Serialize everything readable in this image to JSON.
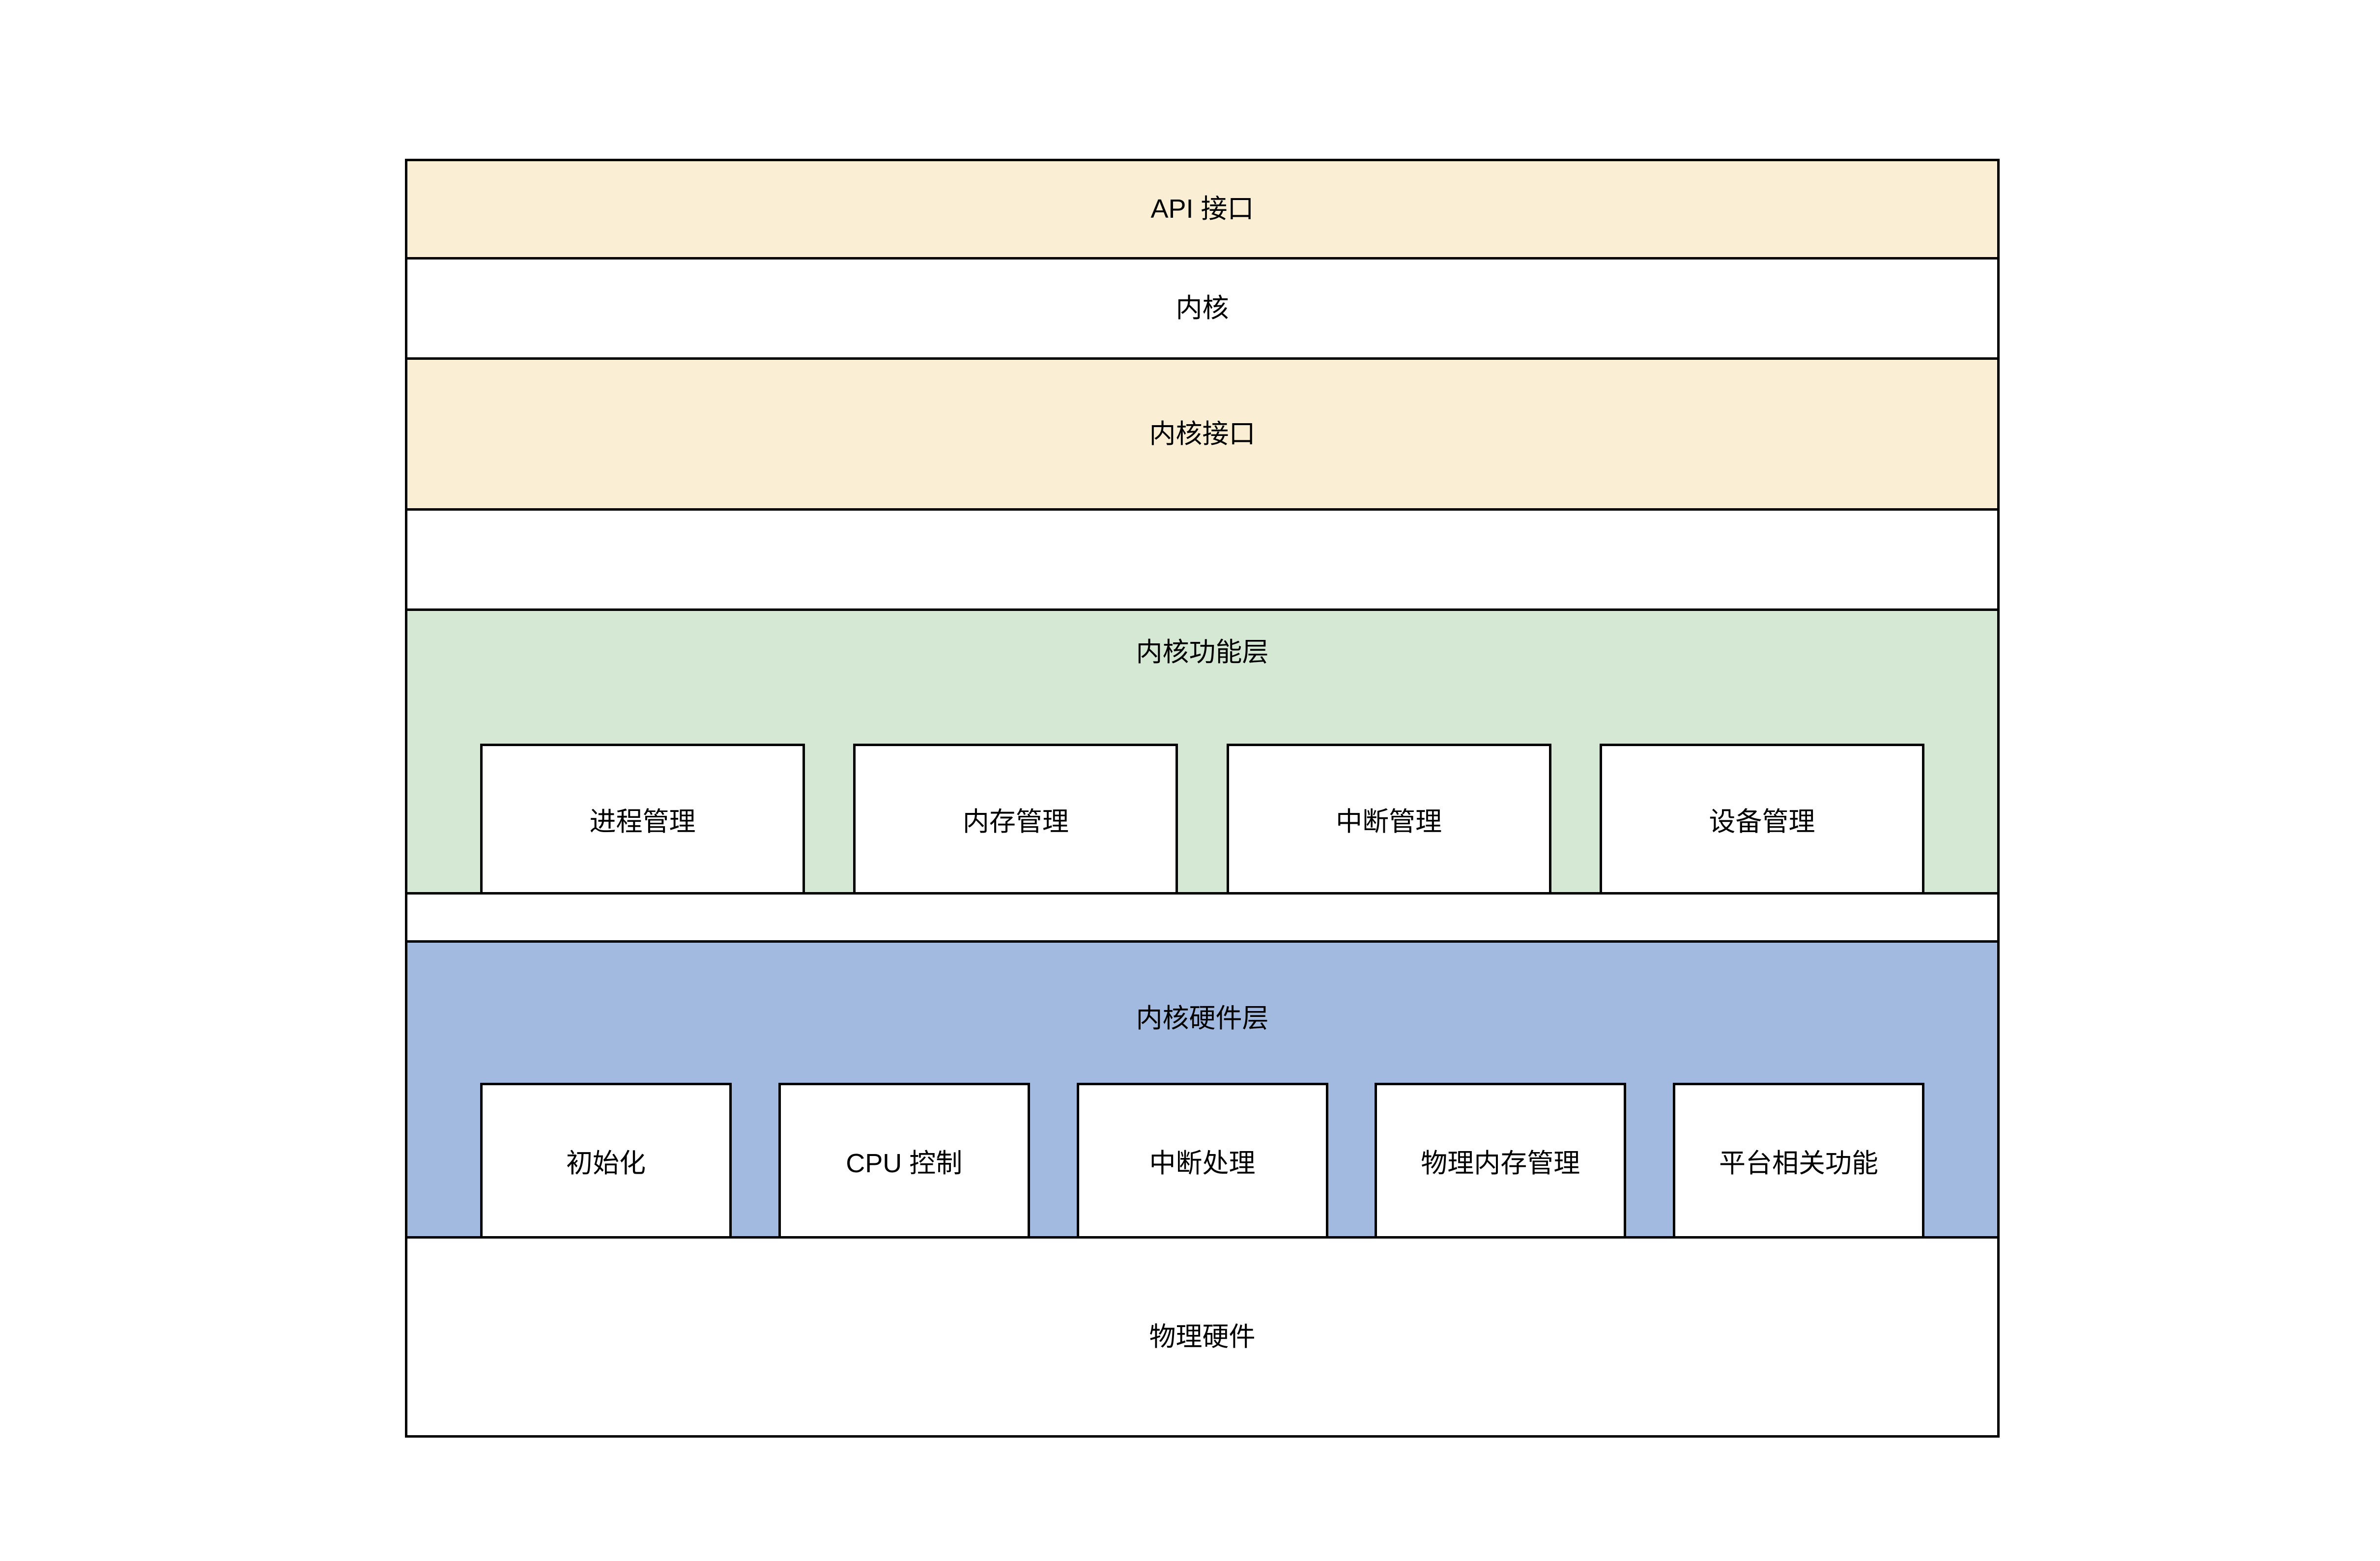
{
  "diagram": {
    "description": "kernel layered architecture diagram",
    "colors": {
      "band_yellow": "#FAEFD4",
      "band_green": "#D5E8D4",
      "band_blue": "#A2BAE0",
      "box_white": "#FFFFFF",
      "border_black": "#000000"
    },
    "layers": [
      {
        "id": "api-interface",
        "label": "API 接口",
        "fill": "#FAEFD4"
      },
      {
        "id": "kernel",
        "label": "内核",
        "fill": "#FFFFFF"
      },
      {
        "id": "kernel-interface",
        "label": "内核接口",
        "fill": "#FAEFD4"
      },
      {
        "id": "spacer-1",
        "label": "",
        "fill": "#FFFFFF"
      },
      {
        "id": "kernel-function-layer",
        "label": "内核功能层",
        "fill": "#D5E8D4",
        "children": [
          "进程管理",
          "内存管理",
          "中断管理",
          "设备管理"
        ]
      },
      {
        "id": "spacer-2",
        "label": "",
        "fill": "#FFFFFF"
      },
      {
        "id": "kernel-hardware-layer",
        "label": "内核硬件层",
        "fill": "#A2BAE0",
        "children": [
          "初始化",
          "CPU 控制",
          "中断处理",
          "物理内存管理",
          "平台相关功能"
        ]
      },
      {
        "id": "physical-hardware",
        "label": "物理硬件",
        "fill": "#FFFFFF"
      }
    ]
  }
}
